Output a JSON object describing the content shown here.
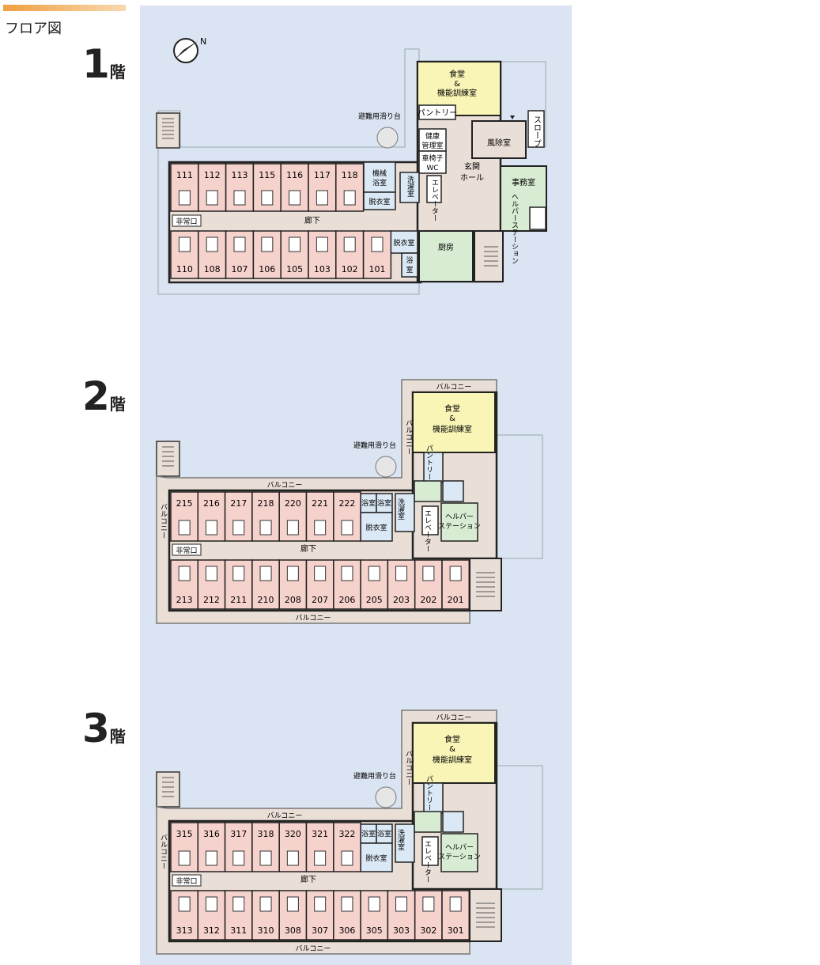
{
  "section_title": "フロア図",
  "floors": [
    {
      "num": "1",
      "suffix": "階"
    },
    {
      "num": "2",
      "suffix": "階"
    },
    {
      "num": "3",
      "suffix": "階"
    }
  ],
  "compass_label": "N",
  "f1": {
    "rooms_top": [
      "111",
      "112",
      "113",
      "115",
      "116",
      "117",
      "118"
    ],
    "rooms_bottom": [
      "110",
      "108",
      "107",
      "106",
      "105",
      "103",
      "102",
      "101"
    ],
    "dining": [
      "食堂",
      "&",
      "機能訓練室"
    ],
    "pantry": "パントリー",
    "health": [
      "健康",
      "管理室"
    ],
    "wc": [
      "車椅子",
      "WC"
    ],
    "hall": [
      "玄関",
      "ホール"
    ],
    "vestibule": "風除室",
    "office": "事務室",
    "helper": "ヘルパーステーション",
    "slope": "スロープ",
    "bath": [
      "機械",
      "浴室"
    ],
    "dressing": "脱衣室",
    "laundry": "洗濯室",
    "elevator": "エレベーター",
    "corridor": "廊下",
    "exit": "非常口",
    "slide": "避難用滑り台",
    "kitchen": "厨房",
    "dressing2": "脱衣室",
    "bath2": [
      "浴",
      "室"
    ]
  },
  "f2": {
    "rooms_top": [
      "215",
      "216",
      "217",
      "218",
      "220",
      "221",
      "222"
    ],
    "rooms_bottom": [
      "213",
      "212",
      "211",
      "210",
      "208",
      "207",
      "206",
      "205",
      "203",
      "202",
      "201"
    ],
    "balcony": "バルコニー",
    "dining": [
      "食堂",
      "&",
      "機能訓練室"
    ],
    "pantry": "パントリー",
    "bath": "浴室",
    "dressing": "脱衣室",
    "laundry": "洗濯室",
    "elevator": "エレベーター",
    "helper": [
      "ヘルパー",
      "ステーション"
    ],
    "corridor": "廊下",
    "exit": "非常口",
    "slide": "避難用滑り台"
  },
  "f3": {
    "rooms_top": [
      "315",
      "316",
      "317",
      "318",
      "320",
      "321",
      "322"
    ],
    "rooms_bottom": [
      "313",
      "312",
      "311",
      "310",
      "308",
      "307",
      "306",
      "305",
      "303",
      "302",
      "301"
    ],
    "balcony": "バルコニー",
    "dining": [
      "食堂",
      "&",
      "機能訓練室"
    ],
    "pantry": "パントリー",
    "bath": "浴室",
    "dressing": "脱衣室",
    "laundry": "洗濯室",
    "elevator": "エレベーター",
    "helper": [
      "ヘルパー",
      "ステーション"
    ],
    "corridor": "廊下",
    "exit": "非常口",
    "slide": "避難用滑り台"
  },
  "colors": {
    "panel": "#dbe4f2",
    "room": "#f6d2cc",
    "common": "#eadfd7",
    "dining": "#f9f5b6",
    "green": "#d8ecd3",
    "bath": "#dbe9f6",
    "accent": "#f0a040"
  }
}
